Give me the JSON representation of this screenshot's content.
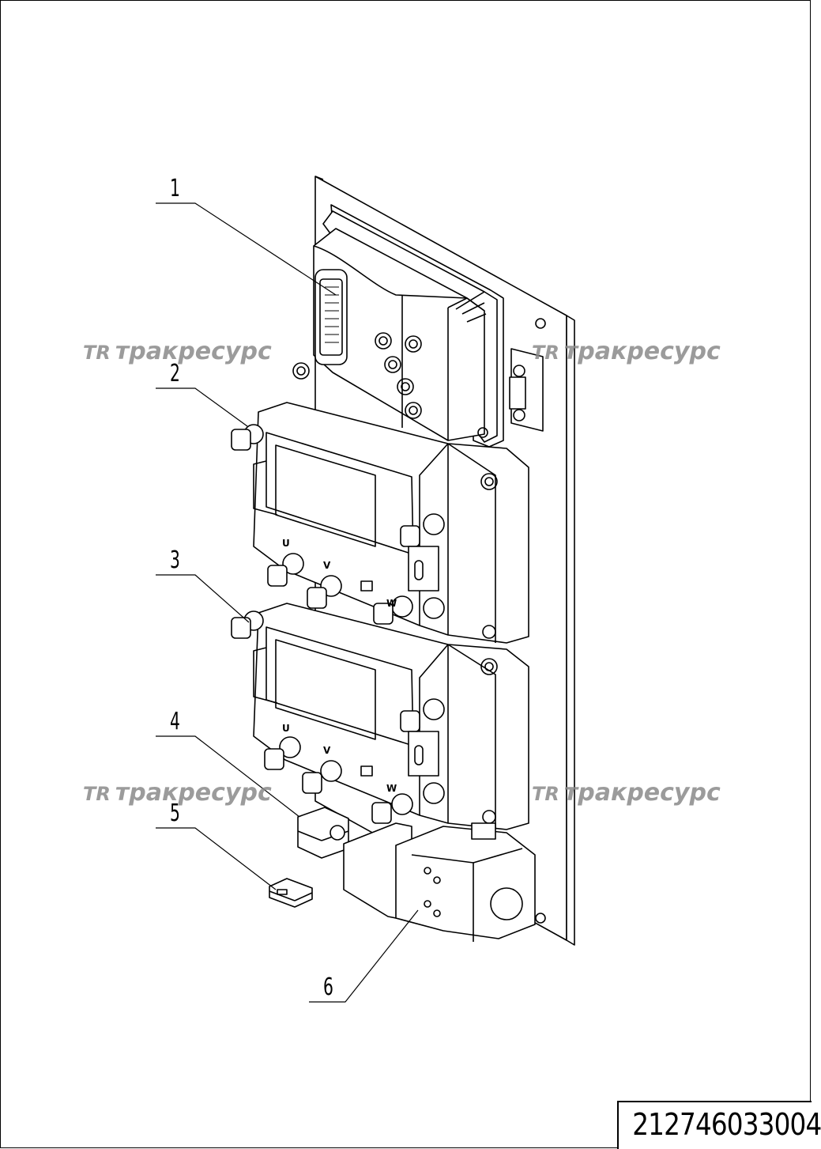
{
  "callouts": [
    "1",
    "2",
    "3",
    "4",
    "5",
    "6"
  ],
  "watermark": {
    "logo": "ТR",
    "text": "тракресурс"
  },
  "terminal_labels": [
    "U",
    "V",
    "W"
  ],
  "part_number": "212746033004"
}
